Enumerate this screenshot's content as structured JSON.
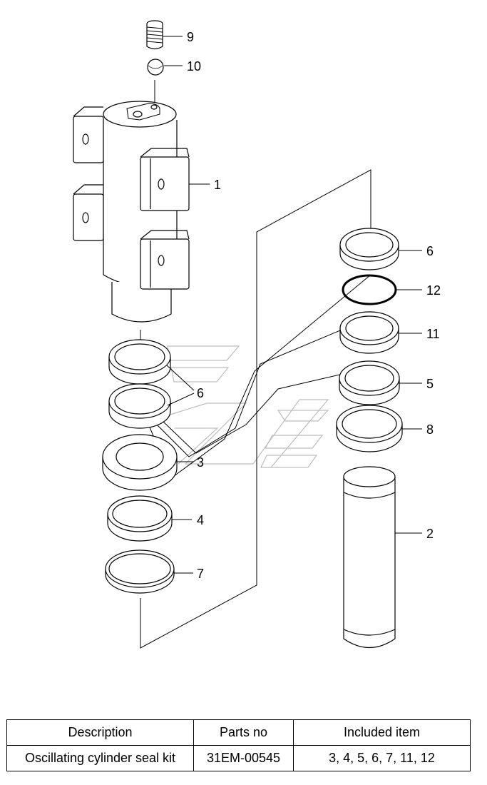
{
  "callouts": [
    {
      "id": "c9",
      "text": "9"
    },
    {
      "id": "c10",
      "text": "10"
    },
    {
      "id": "c1",
      "text": "1"
    },
    {
      "id": "c6a",
      "text": "6"
    },
    {
      "id": "c12",
      "text": "12"
    },
    {
      "id": "c11",
      "text": "11"
    },
    {
      "id": "c5",
      "text": "5"
    },
    {
      "id": "c8",
      "text": "8"
    },
    {
      "id": "c6b",
      "text": "6"
    },
    {
      "id": "c3",
      "text": "3"
    },
    {
      "id": "c4",
      "text": "4"
    },
    {
      "id": "c7",
      "text": "7"
    },
    {
      "id": "c2",
      "text": "2"
    }
  ],
  "table": {
    "headers": [
      "Description",
      "Parts no",
      "Included item"
    ],
    "rows": [
      [
        "Oscillating cylinder seal kit",
        "31EM-00545",
        "3, 4, 5, 6, 7, 11, 12"
      ]
    ]
  },
  "colors": {
    "line": "#000000",
    "o_ring_12": "#000000",
    "background": "#ffffff",
    "watermark": "#bdbdbd"
  }
}
